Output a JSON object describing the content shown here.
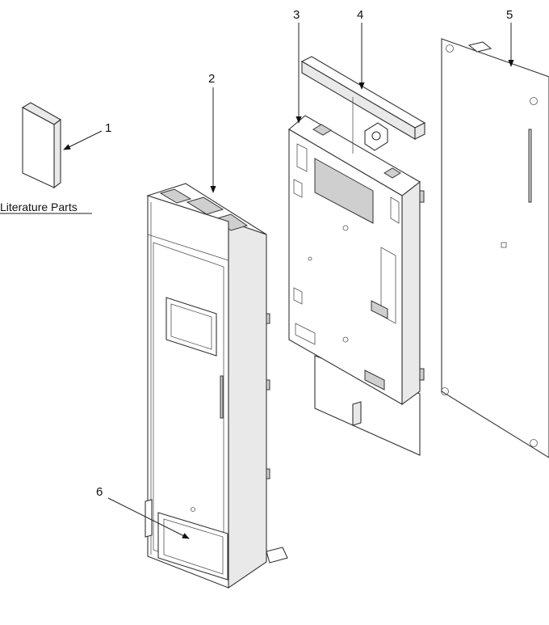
{
  "callouts": [
    {
      "id": "1",
      "text": "1"
    },
    {
      "id": "2",
      "text": "2"
    },
    {
      "id": "3",
      "text": "3"
    },
    {
      "id": "4",
      "text": "4"
    },
    {
      "id": "5",
      "text": "5"
    },
    {
      "id": "6",
      "text": "6"
    }
  ],
  "caption": "Literature Parts"
}
